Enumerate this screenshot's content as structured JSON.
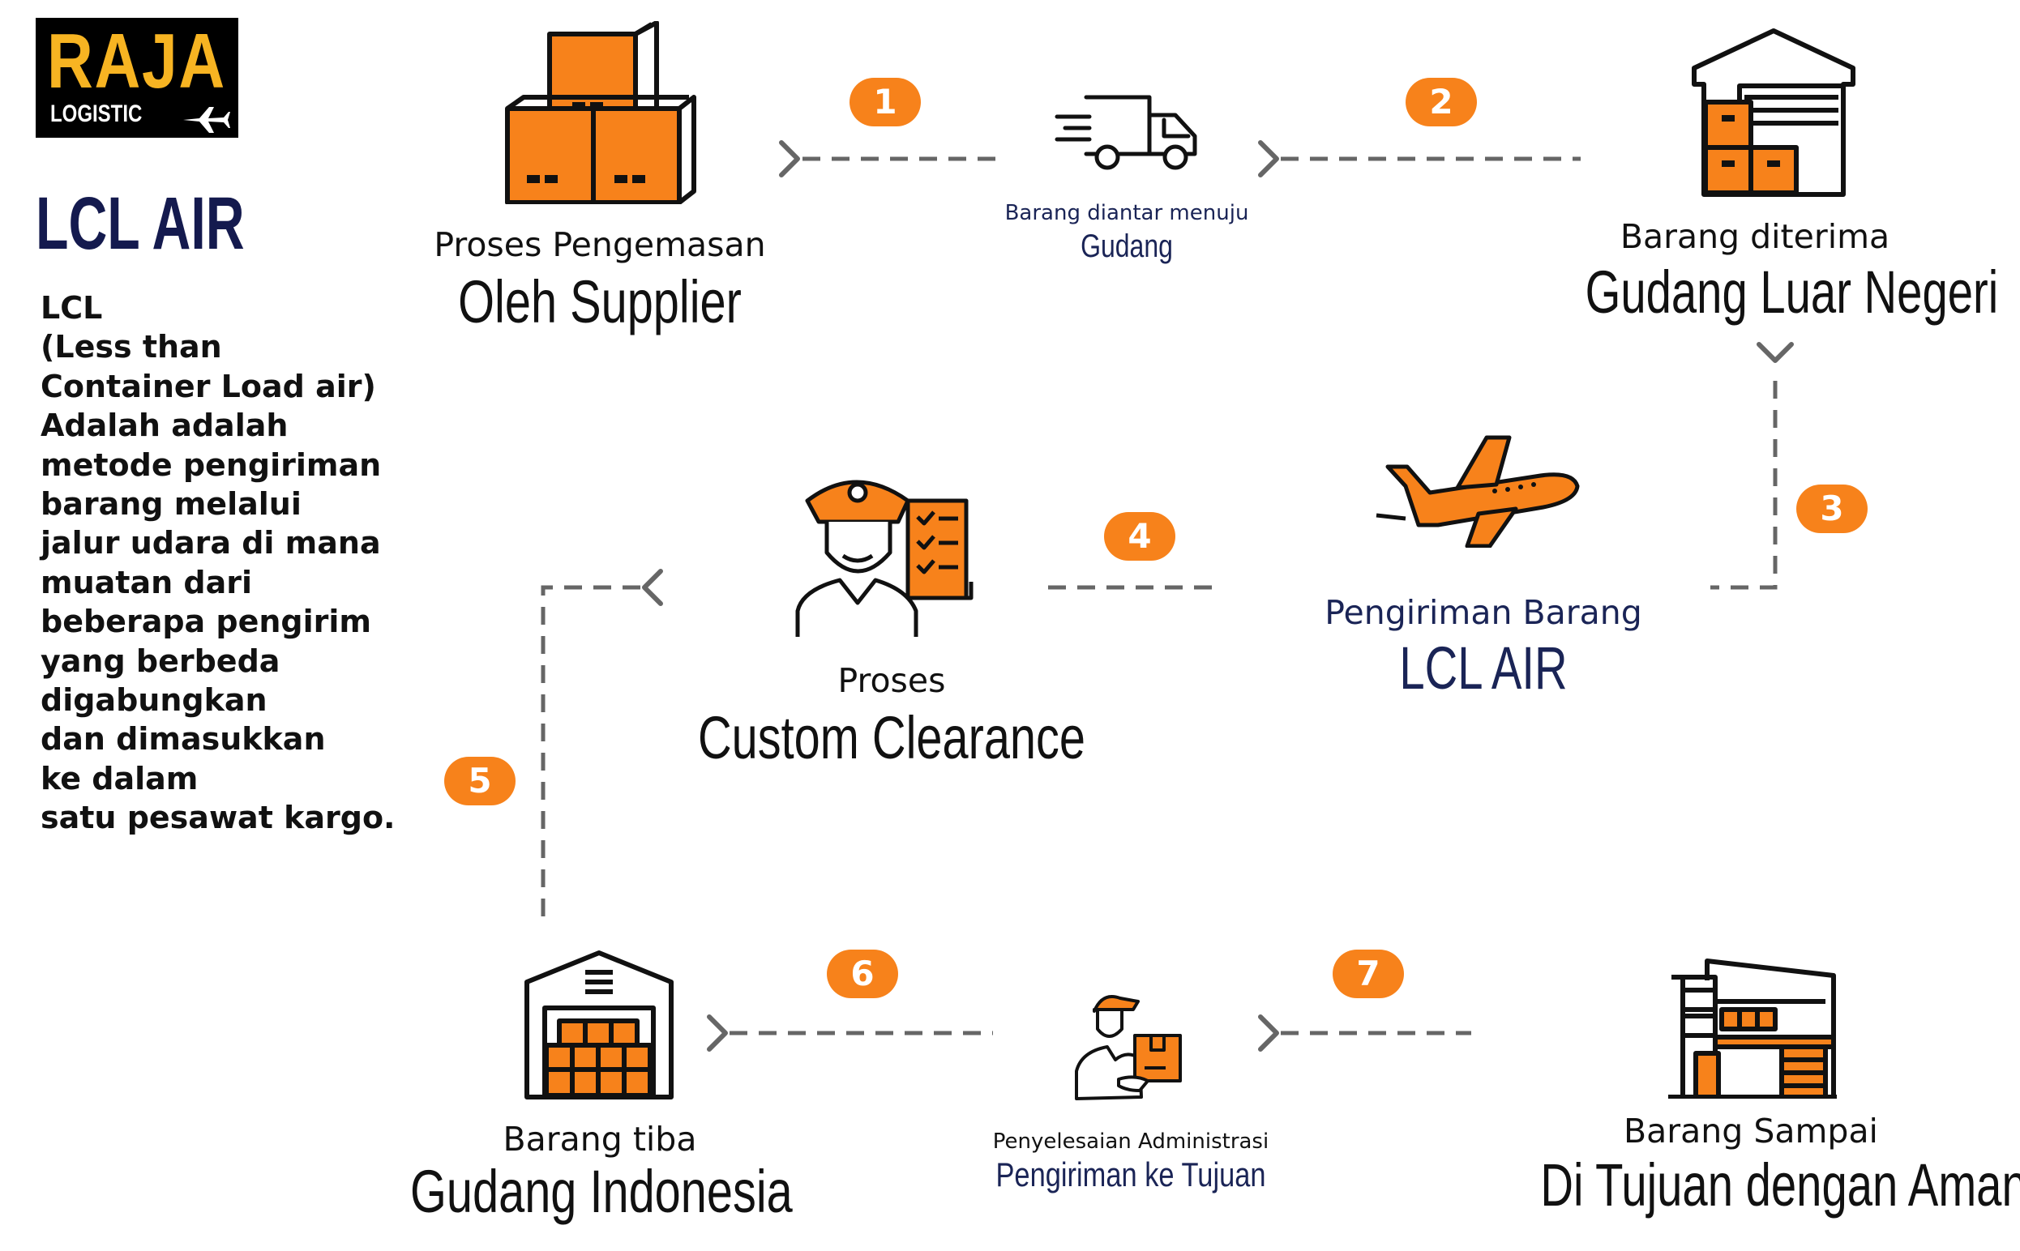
{
  "logo": {
    "main": "RAJA",
    "sub": "LOGISTIC"
  },
  "sidebar": {
    "title": "LCL AIR",
    "lines": [
      "LCL",
      "(Less than",
      "Container Load air)",
      "Adalah adalah",
      "metode pengiriman",
      "barang melalui",
      "jalur udara di mana",
      "muatan dari",
      "beberapa pengirim",
      "yang berbeda",
      "digabungkan",
      "dan dimasukkan",
      "ke dalam",
      "satu pesawat kargo."
    ]
  },
  "steps": {
    "packing": {
      "small": "Proses Pengemasan",
      "big": "Oleh Supplier",
      "icon": "boxes-icon"
    },
    "truck": {
      "small": "Barang diantar menuju",
      "big": "Gudang",
      "icon": "delivery-truck-icon"
    },
    "overseas_warehouse": {
      "small": "Barang diterima",
      "big": "Gudang Luar Negeri",
      "icon": "warehouse-icon"
    },
    "air": {
      "small": "Pengiriman Barang",
      "big": "LCL AIR",
      "icon": "airplane-icon"
    },
    "customs": {
      "small": "Proses",
      "big": "Custom Clearance",
      "icon": "customs-officer-icon"
    },
    "local_warehouse": {
      "small": "Barang tiba",
      "big": "Gudang Indonesia",
      "icon": "warehouse-icon"
    },
    "admin": {
      "small": "Penyelesaian Administrasi",
      "big": "Pengiriman ke Tujuan",
      "icon": "courier-icon"
    },
    "destination": {
      "small": "Barang Sampai",
      "big": "Di Tujuan dengan Aman",
      "icon": "house-icon"
    }
  },
  "badges": [
    "1",
    "2",
    "3",
    "4",
    "5",
    "6",
    "7"
  ],
  "colors": {
    "accent": "#f7821b",
    "navy": "#1a2456",
    "logo_yellow": "#f7b422",
    "connector": "#666666"
  }
}
